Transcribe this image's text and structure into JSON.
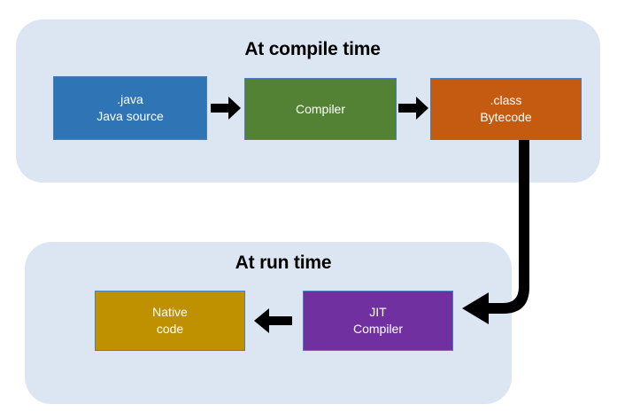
{
  "diagram": {
    "title_semantics": "java-compilation-and-execution-flow",
    "background_color": "#ffffff",
    "panel_color": "#dce6f2",
    "sections": [
      {
        "id": "compile",
        "title": "At compile time",
        "nodes": [
          {
            "id": "java-source",
            "line1": ".java",
            "line2": "Java source",
            "color": "#2f75b5",
            "text_color": "#ffffff"
          },
          {
            "id": "compiler",
            "line1": "Compiler",
            "line2": "",
            "color": "#548235",
            "text_color": "#ffffff"
          },
          {
            "id": "class-bytecode",
            "line1": ".class",
            "line2": "Bytecode",
            "color": "#c55a11",
            "text_color": "#ffffff"
          }
        ]
      },
      {
        "id": "runtime",
        "title": "At run time",
        "nodes": [
          {
            "id": "native-code",
            "line1": "Native",
            "line2": "code",
            "color": "#bf9000",
            "text_color": "#ffffff"
          },
          {
            "id": "jit-compiler",
            "line1": "JIT",
            "line2": "Compiler",
            "color": "#7030a0",
            "text_color": "#ffffff"
          }
        ]
      }
    ],
    "connectors": [
      {
        "id": "java-to-compiler",
        "icon": "right-arrow-icon",
        "direction": "right",
        "color": "#000000"
      },
      {
        "id": "compiler-to-class",
        "icon": "right-arrow-icon",
        "direction": "right",
        "color": "#000000"
      },
      {
        "id": "class-to-jit",
        "icon": "elbow-arrow-down-left-icon",
        "direction": "down-then-left",
        "color": "#000000"
      },
      {
        "id": "jit-to-native",
        "icon": "left-arrow-icon",
        "direction": "left",
        "color": "#000000"
      }
    ]
  }
}
